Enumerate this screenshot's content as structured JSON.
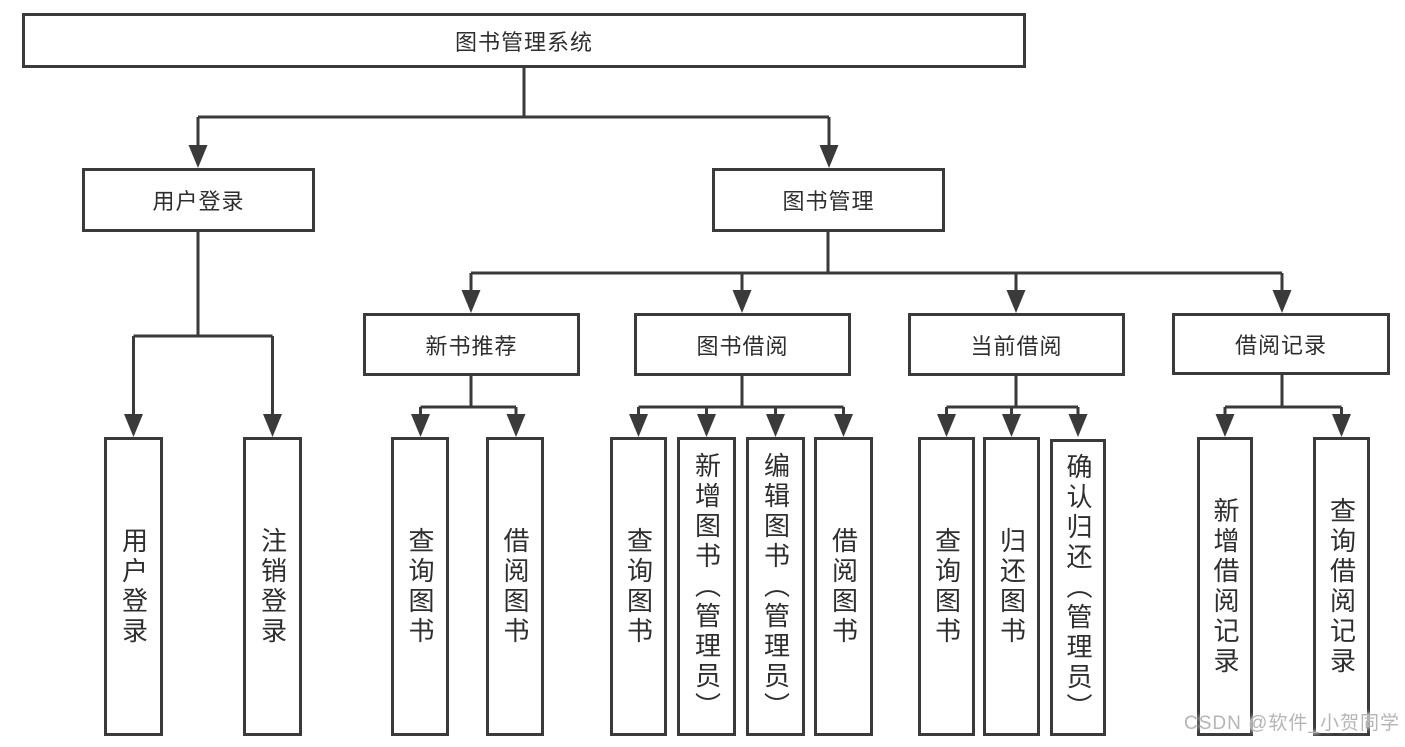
{
  "diagram": {
    "type": "hierarchy-tree",
    "colors": {
      "line": "#3a3a3a",
      "box_border": "#3a3a3a",
      "box_fill": "#ffffff",
      "text": "#2e2e2e",
      "watermark": "#b5b5b5",
      "background": "#ffffff"
    }
  },
  "tree": {
    "label": "图书管理系统",
    "children": [
      {
        "label": "用户登录",
        "children": [
          {
            "label": "用户登录"
          },
          {
            "label": "注销登录"
          }
        ]
      },
      {
        "label": "图书管理",
        "children": [
          {
            "label": "新书推荐",
            "children": [
              {
                "label": "查询图书"
              },
              {
                "label": "借阅图书"
              }
            ]
          },
          {
            "label": "图书借阅",
            "children": [
              {
                "label": "查询图书"
              },
              {
                "label": "新增图书（管理员）"
              },
              {
                "label": "编辑图书（管理员）"
              },
              {
                "label": "借阅图书"
              }
            ]
          },
          {
            "label": "当前借阅",
            "children": [
              {
                "label": "查询图书"
              },
              {
                "label": "归还图书"
              },
              {
                "label": "确认归还（管理员）"
              }
            ]
          },
          {
            "label": "借阅记录",
            "children": [
              {
                "label": "新增借阅记录"
              },
              {
                "label": "查询借阅记录"
              }
            ]
          }
        ]
      }
    ]
  },
  "watermark": {
    "text": "CSDN @软件_小贺同学"
  }
}
